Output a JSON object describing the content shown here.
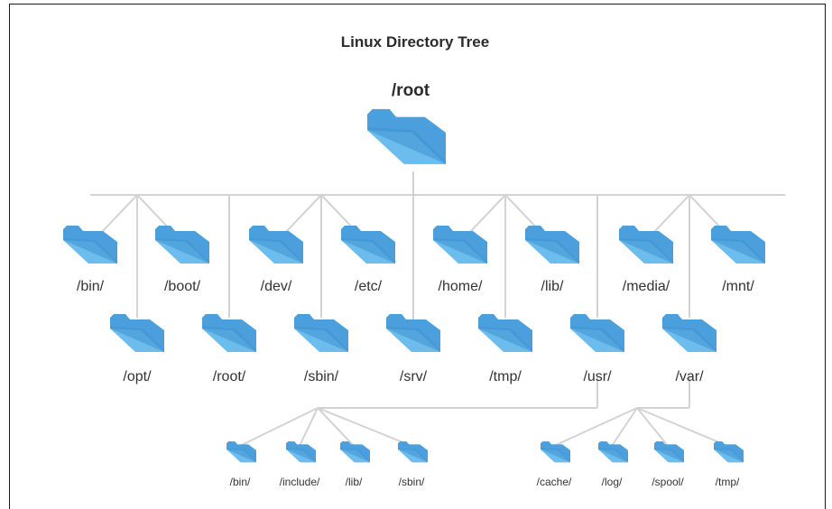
{
  "title": "Linux Directory Tree",
  "root": {
    "label": "/root",
    "icon": "folder-icon"
  },
  "folder_color": {
    "back": "#4a9fdc",
    "front": "#6cbcee",
    "fold": "#3f92cf"
  },
  "connector_color": "#d3d3d3",
  "root_dirs_top": [
    "/bin/",
    "/boot/",
    "/dev/",
    "/etc/",
    "/home/",
    "/lib/",
    "/media/",
    "/mnt/"
  ],
  "root_dirs_bottom": [
    "/opt/",
    "/root/",
    "/sbin/",
    "/srv/",
    "/tmp/",
    "/usr/",
    "/var/"
  ],
  "usr_children": [
    "/bin/",
    "/include/",
    "/lib/",
    "/sbin/"
  ],
  "var_children": [
    "/cache/",
    "/log/",
    "/spool/",
    "/tmp/"
  ]
}
